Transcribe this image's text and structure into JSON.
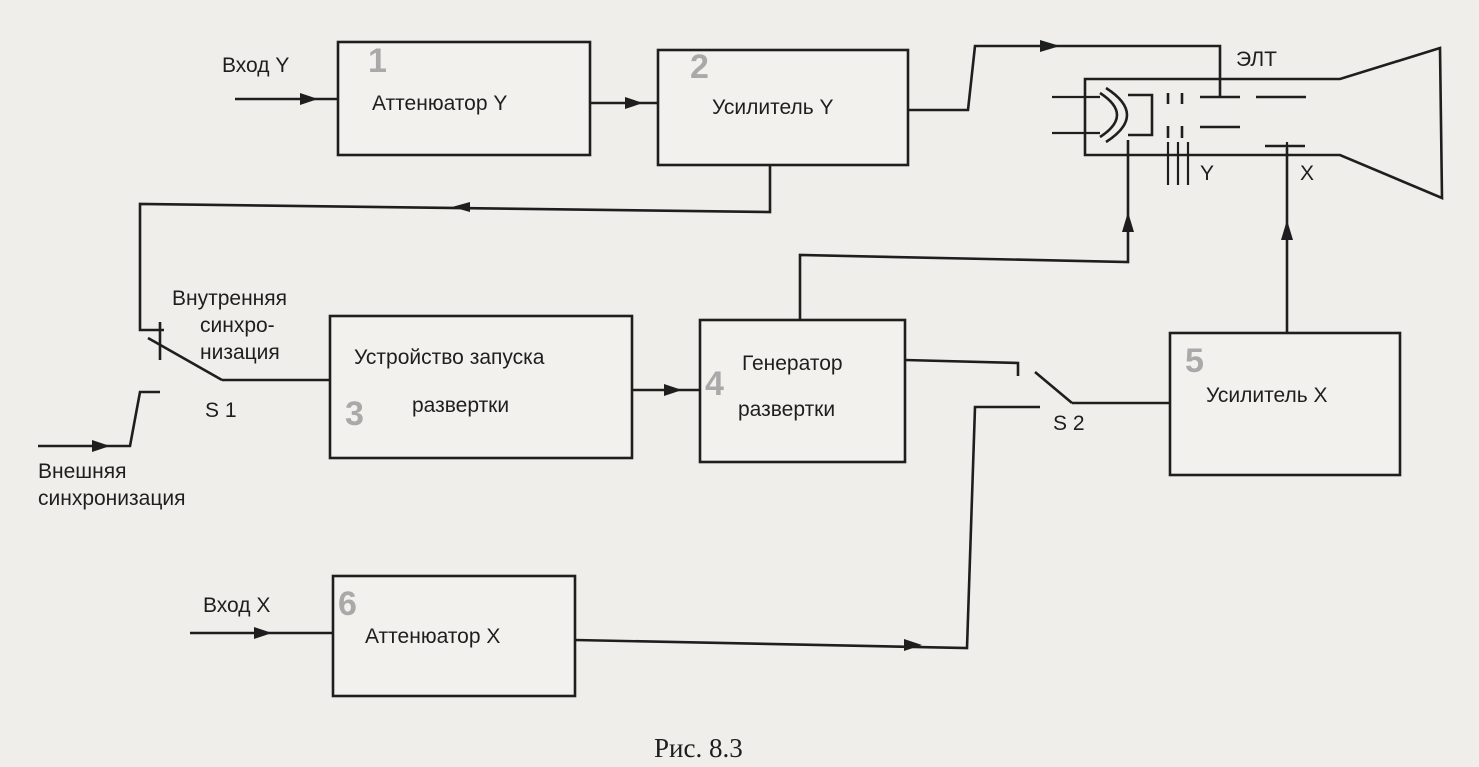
{
  "blocks": {
    "attenuator_y": {
      "label": "Аттенюатор Y",
      "num": "1"
    },
    "amplifier_y": {
      "label": "Усилитель Y",
      "num": "2"
    },
    "trigger": {
      "label_line1": "Устройство запуска",
      "label_line2": "развертки",
      "num": "3"
    },
    "sweep_gen": {
      "label_line1": "Генератор",
      "label_line2": "развертки",
      "num": "4"
    },
    "amplifier_x": {
      "label": "Усилитель X",
      "num": "5"
    },
    "attenuator_x": {
      "label": "Аттенюатор X",
      "num": "6"
    }
  },
  "labels": {
    "input_y": "Вход Y",
    "input_x": "Вход X",
    "crt": "ЭЛТ",
    "crt_y": "Y",
    "crt_x": "X",
    "internal_sync_1": "Внутренняя",
    "internal_sync_2": "синхро-",
    "internal_sync_3": "низация",
    "external_sync_1": "Внешняя",
    "external_sync_2": "синхронизация",
    "switch_1": "S 1",
    "switch_2": "S 2"
  },
  "caption": "Рис. 8.3"
}
